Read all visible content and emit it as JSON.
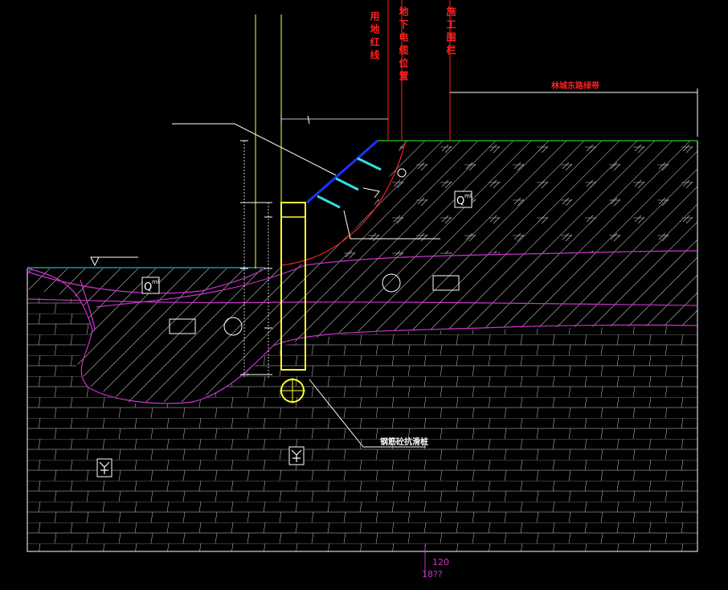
{
  "colors": {
    "background": "#000000",
    "red_line": "#ff2020",
    "yellow": "#ffff33",
    "magenta": "#cc33cc",
    "white": "#ffffff",
    "cyan": "#33dddd",
    "blue": "#1a33ff",
    "green": "#22cc22",
    "hatch_gray": "#cfcfcf"
  },
  "labels": {
    "land_redline": "用地红线",
    "underground_cable": "地下电缆位置",
    "construction_fence": "施工围栏",
    "green_belt": "林城东路绿带",
    "pile_label": "钢筋砼抗滑桩",
    "layer_qml_upper": "Q",
    "layer_qml_upper_sup": "ml",
    "layer_qml_lower": "Q",
    "layer_qml_lower_sup": "ml",
    "bottom_number_1": "120",
    "bottom_number_2": "18??"
  },
  "icons": {
    "water_level": "water-level-triangle-icon",
    "rock_symbol": "rock-layer-symbol-icon"
  }
}
